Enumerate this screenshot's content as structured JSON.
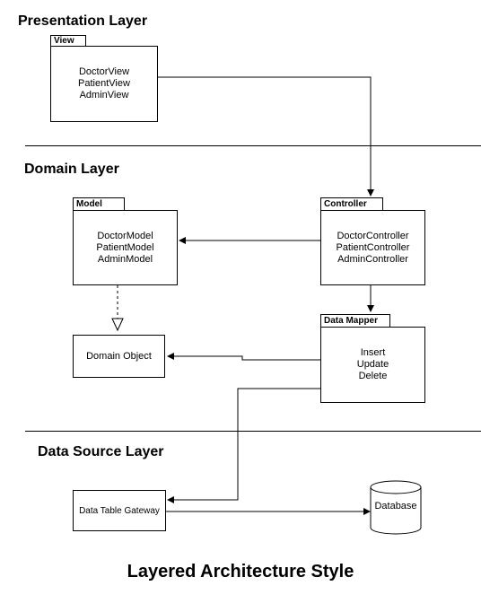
{
  "layers": {
    "presentation": "Presentation Layer",
    "domain": "Domain Layer",
    "data_source": "Data Source Layer"
  },
  "view": {
    "tab": "View",
    "items": [
      "DoctorView",
      "PatientView",
      "AdminView"
    ]
  },
  "model": {
    "tab": "Model",
    "items": [
      "DoctorModel",
      "PatientModel",
      "AdminModel"
    ]
  },
  "controller": {
    "tab": "Controller",
    "items": [
      "DoctorController",
      "PatientController",
      "AdminController"
    ]
  },
  "data_mapper": {
    "tab": "Data Mapper",
    "items": [
      "Insert",
      "Update",
      "Delete"
    ]
  },
  "domain_object": {
    "label": "Domain Object"
  },
  "data_table_gateway": {
    "label": "Data Table Gateway"
  },
  "database": {
    "label": "Database"
  },
  "diagram_title": "Layered Architecture Style"
}
